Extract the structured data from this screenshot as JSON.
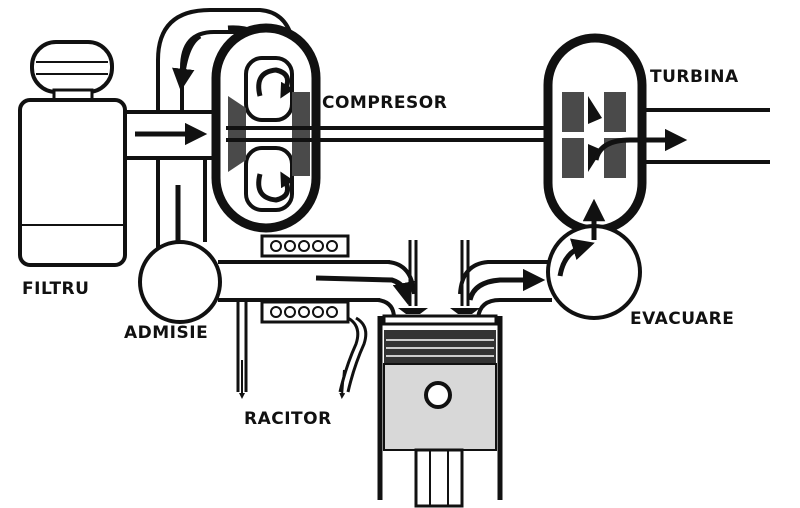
{
  "labels": {
    "compressor": "COMPRESOR",
    "turbine": "TURBINA",
    "filter": "FILTRU",
    "intake": "ADMISIE",
    "exhaust": "EVACUARE",
    "cooler": "RACITOR"
  },
  "colors": {
    "stroke": "#111111",
    "shade": "#4a4a4a",
    "light_shade": "#d8d8d8",
    "background": "#ffffff"
  }
}
